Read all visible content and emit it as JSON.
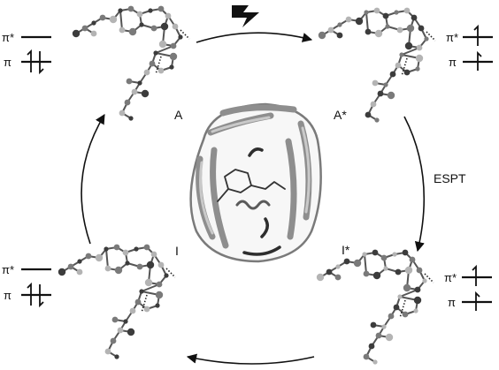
{
  "states": {
    "A": "A",
    "A_star": "A*",
    "I_star": "I*",
    "I": "I"
  },
  "process": {
    "espt": "ESPT"
  },
  "orbitals": {
    "pi_star": "π*",
    "pi": "π"
  },
  "icons": {
    "excitation": "lightning-bolt",
    "protein": "gfp-beta-barrel-ribbon",
    "chromophore": "ball-and-stick-molecule"
  },
  "colors": {
    "ink": "#111111",
    "atom_dark": "#3c3c3c",
    "atom_mid": "#7a7a7a",
    "atom_light": "#b4b4b4",
    "ribbon": "#9a9a9a"
  }
}
